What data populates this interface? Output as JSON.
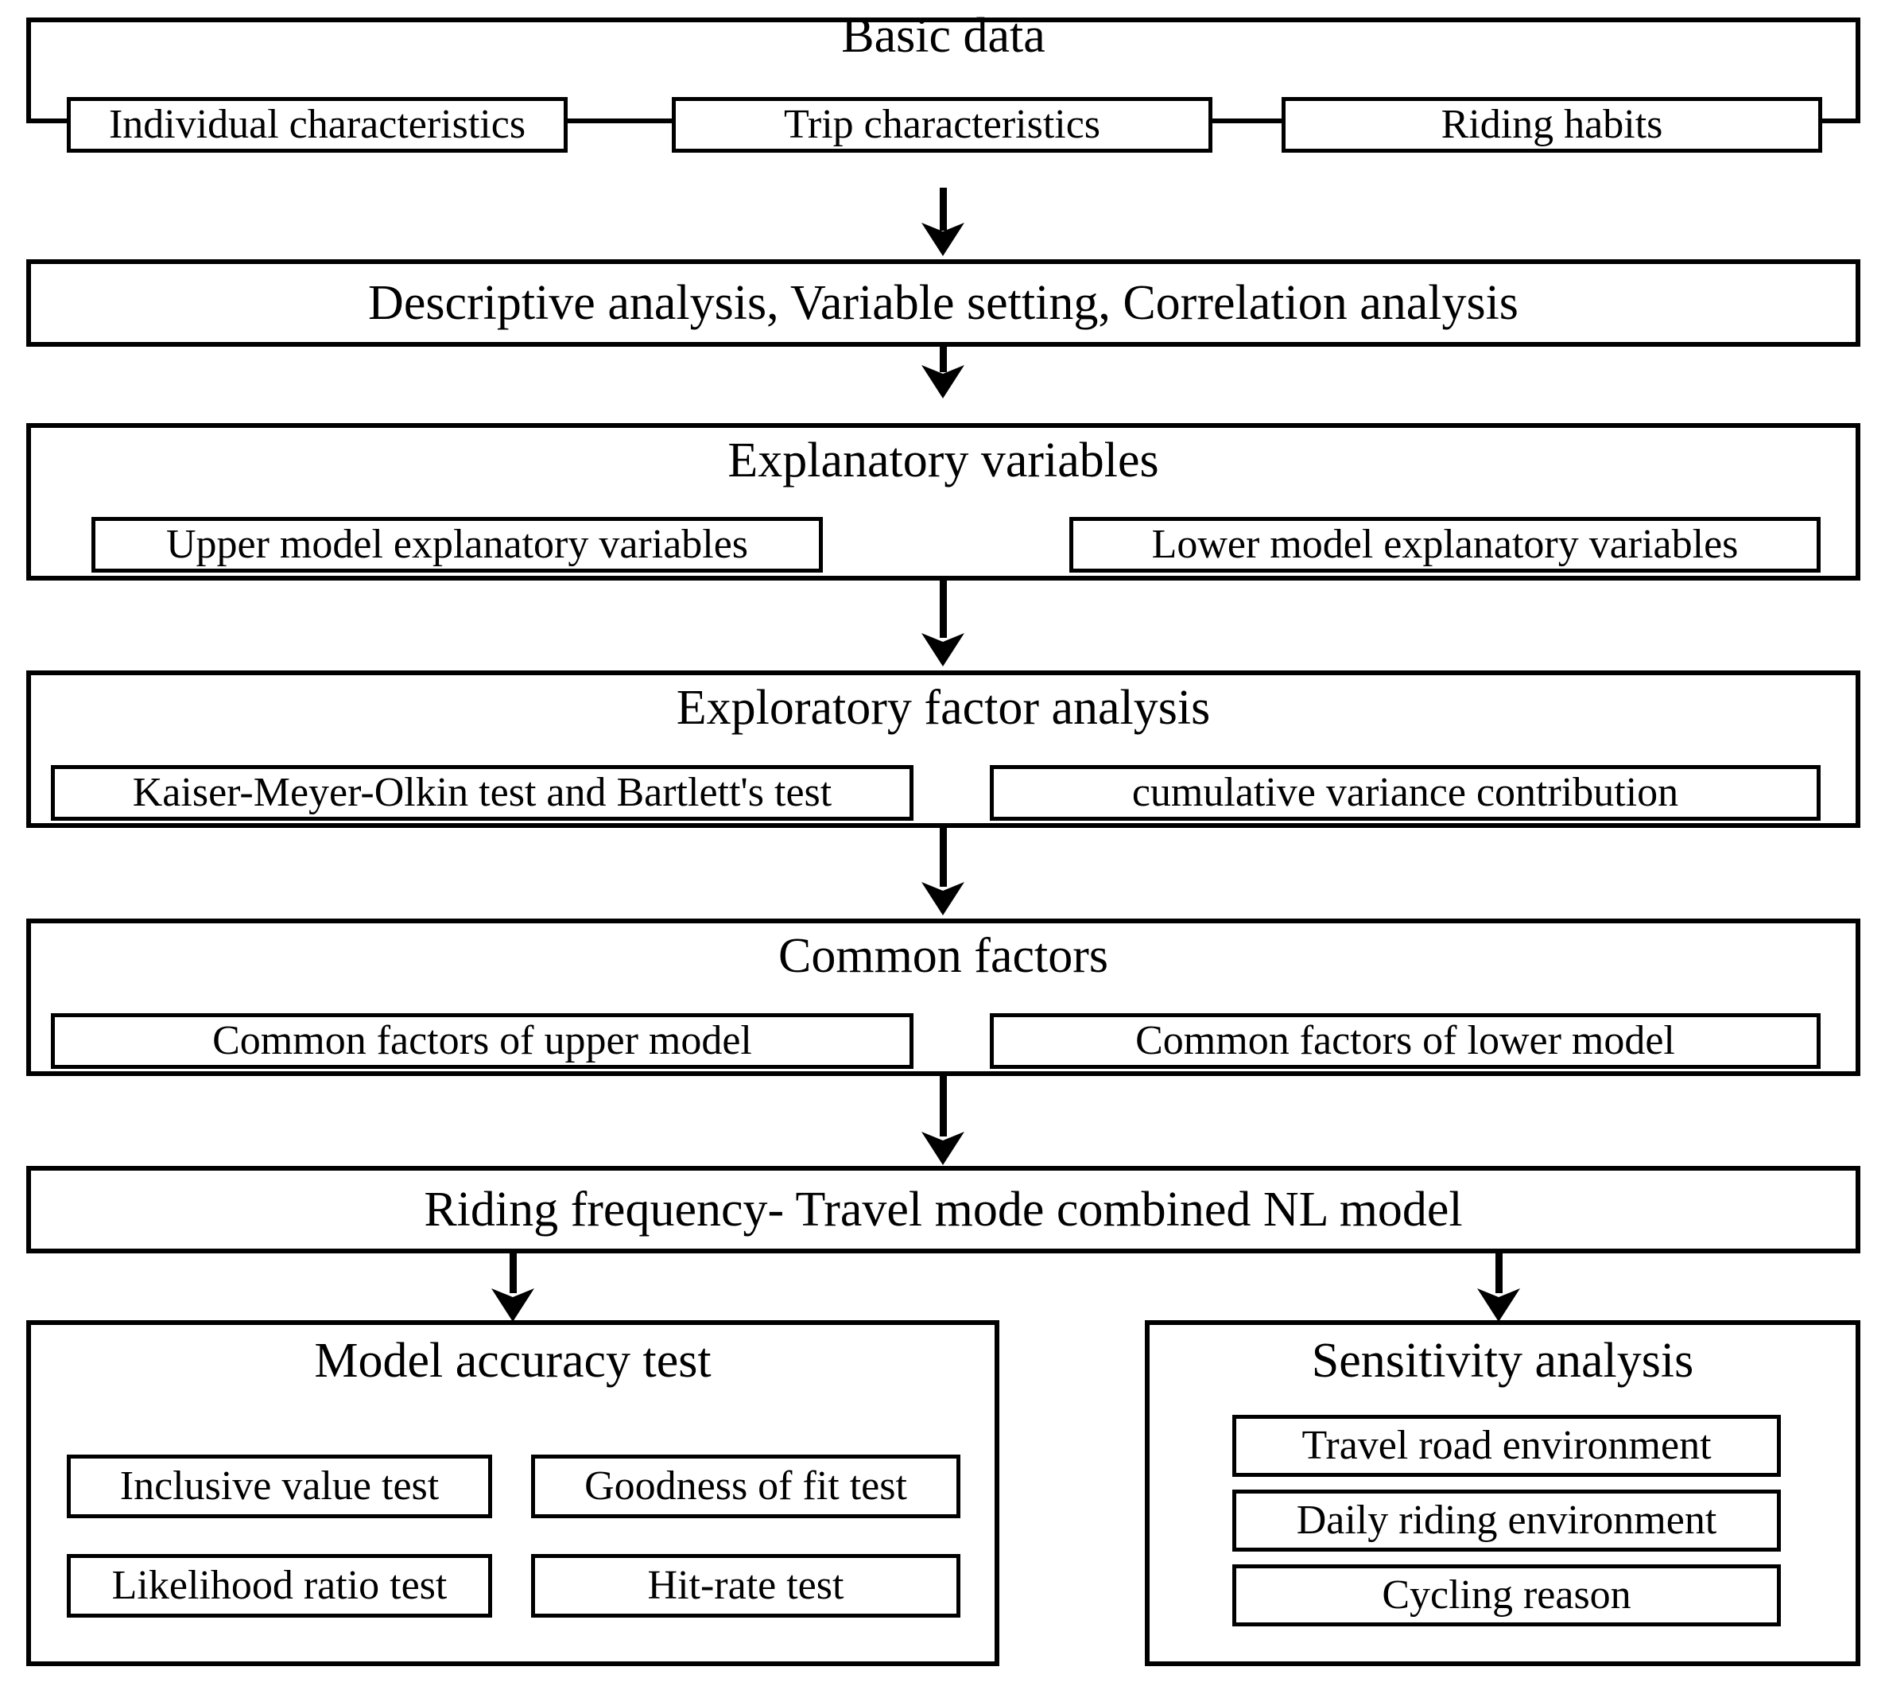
{
  "diagram": {
    "title": "Research methodology flowchart",
    "colors": {
      "stroke": "#000000",
      "background": "#ffffff",
      "text": "#000000"
    },
    "stages": [
      {
        "id": "basic-data",
        "title": "Basic data",
        "children": [
          "Individual characteristics",
          "Trip characteristics",
          "Riding habits"
        ]
      },
      {
        "id": "descriptive",
        "title": "Descriptive analysis, Variable setting,  Correlation analysis",
        "children": []
      },
      {
        "id": "explanatory-variables",
        "title": "Explanatory variables",
        "children": [
          "Upper model explanatory variables",
          "Lower model explanatory variables"
        ]
      },
      {
        "id": "exploratory-factor-analysis",
        "title": "Exploratory factor analysis",
        "children": [
          "Kaiser-Meyer-Olkin test and Bartlett's test",
          "cumulative variance contribution"
        ]
      },
      {
        "id": "common-factors",
        "title": "Common factors",
        "children": [
          "Common factors of upper model",
          "Common factors of lower model"
        ]
      },
      {
        "id": "nl-model",
        "title": "Riding frequency- Travel mode combined NL model",
        "children": []
      },
      {
        "id": "model-accuracy-test",
        "title": "Model accuracy test",
        "children": [
          "Inclusive value test",
          "Goodness of fit test",
          "Likelihood ratio test",
          "Hit-rate test"
        ]
      },
      {
        "id": "sensitivity-analysis",
        "title": "Sensitivity analysis",
        "children": [
          "Travel road environment",
          "Daily riding environment",
          "Cycling reason"
        ]
      }
    ],
    "connectors": [
      {
        "id": "basic-to-descriptive",
        "from": "basic-data",
        "to": "descriptive",
        "kind": "down-arrow"
      },
      {
        "id": "descriptive-to-explanatory",
        "from": "descriptive",
        "to": "explanatory-variables",
        "kind": "down-arrow"
      },
      {
        "id": "explanatory-to-exploratory",
        "from": "explanatory-variables",
        "to": "exploratory-factor-analysis",
        "kind": "down-arrow"
      },
      {
        "id": "exploratory-to-common",
        "from": "exploratory-factor-analysis",
        "to": "common-factors",
        "kind": "down-arrow"
      },
      {
        "id": "common-to-nl",
        "from": "common-factors",
        "to": "nl-model",
        "kind": "down-arrow"
      },
      {
        "id": "nl-to-accuracy",
        "from": "nl-model",
        "to": "model-accuracy-test",
        "kind": "down-arrow"
      },
      {
        "id": "nl-to-sensitivity",
        "from": "nl-model",
        "to": "sensitivity-analysis",
        "kind": "down-arrow"
      }
    ]
  }
}
